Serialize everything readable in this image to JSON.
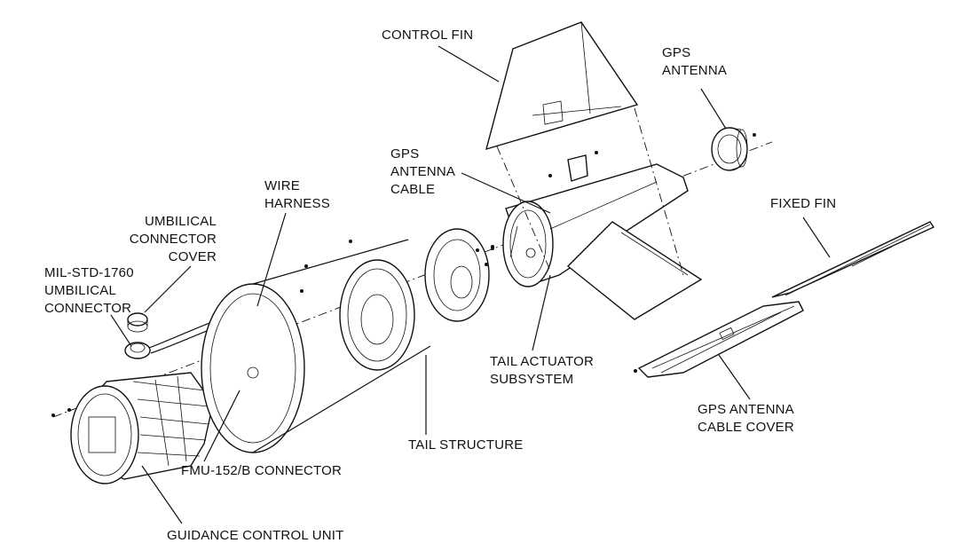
{
  "labels": {
    "control_fin": [
      "CONTROL FIN"
    ],
    "gps_antenna": [
      "GPS",
      "ANTENNA"
    ],
    "gps_antenna_cable": [
      "GPS",
      "ANTENNA",
      "CABLE"
    ],
    "wire_harness": [
      "WIRE",
      "HARNESS"
    ],
    "umbilical_connector_cover": [
      "UMBILICAL",
      "CONNECTOR",
      "COVER"
    ],
    "mil_std_connector": [
      "MIL-STD-1760",
      "UMBILICAL",
      "CONNECTOR"
    ],
    "fixed_fin": [
      "FIXED FIN"
    ],
    "tail_actuator_subsystem": [
      "TAIL ACTUATOR",
      "SUBSYSTEM"
    ],
    "gps_antenna_cable_cover": [
      "GPS ANTENNA",
      "CABLE COVER"
    ],
    "tail_structure": [
      "TAIL STRUCTURE"
    ],
    "fmu_connector": [
      "FMU-152/B CONNECTOR"
    ],
    "guidance_control_unit": [
      "GUIDANCE CONTROL UNIT"
    ]
  }
}
